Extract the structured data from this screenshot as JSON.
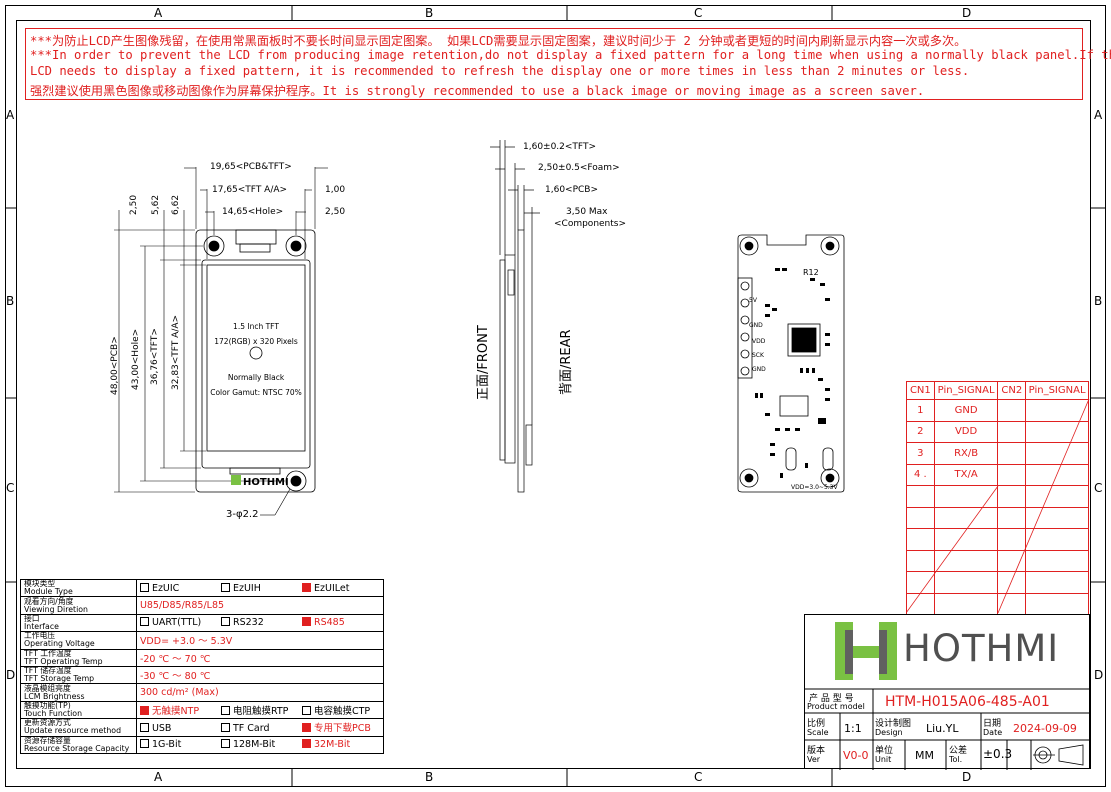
{
  "colors": {
    "accent_red": "#e02020",
    "logo_green": "#7ac143",
    "logo_gray": "#606060"
  },
  "zones_top": [
    "A",
    "B",
    "C",
    "D"
  ],
  "zones_side": [
    "A",
    "B",
    "C",
    "D"
  ],
  "notice": {
    "line1": "***为防止LCD产生图像残留，在使用常黑面板时不要长时间显示固定图案。 如果LCD需要显示固定图案，建议时间少于 2 分钟或者更短的时间内刷新显示内容一次或多次。",
    "line2": "***In order to prevent the LCD from producing image retention,do not display a fixed pattern for a long time when using a normally black panel.If the",
    "line3": " LCD needs to display a fixed pattern, it is recommended to refresh the display one or more times in less than 2 minutes or less.",
    "line4": "强烈建议使用黑色图像或移动图像作为屏幕保护程序。It is strongly recommended to use a black image or moving image as a screen saver."
  },
  "front": {
    "dim_pcb_tft": "19,65<PCB&TFT>",
    "dim_tft_aa": "17,65<TFT A/A>",
    "dim_100": "1,00",
    "dim_hole": "14,65<Hole>",
    "dim_250": "2,50",
    "dim_v250": "2,50",
    "dim_v562": "5,62",
    "dim_v662": "6,62",
    "dim_pcb_h": "48,00<PCB>",
    "dim_hole_h": "43,00<Hole>",
    "dim_tft_h": "36,76<TFT>",
    "dim_tft_aa_h": "32,83<TFT A/A>",
    "tft_line1": "1.5 Inch TFT",
    "tft_line2": "172(RGB) x 320 Pixels",
    "tft_line3": "Normally Black",
    "tft_line4": "Color Gamut: NTSC 70%",
    "brand": "HOTHMI",
    "hole_note": "3-φ2.2"
  },
  "side": {
    "dim_tft": "1,60±0.2<TFT>",
    "dim_foam": "2,50±0.5<Foam>",
    "dim_pcb": "1,60<PCB>",
    "dim_comp": "3,50 Max",
    "dim_comp2": "<Components>",
    "front_label": "正面/FRONT",
    "rear_label": "背面/REAR"
  },
  "back": {
    "pins": [
      "5V",
      "GND",
      "VDD",
      "SCK",
      "GND"
    ],
    "r_label": "R12",
    "vdd_label": "VDD=3.0~5.3V"
  },
  "pin_table": {
    "headers": [
      "CN1",
      "Pin_SIGNAL",
      "CN2",
      "Pin_SIGNAL"
    ],
    "rows": [
      {
        "num": "1",
        "sig": "GND"
      },
      {
        "num": "2",
        "sig": "VDD"
      },
      {
        "num": "3",
        "sig": "RX/B"
      },
      {
        "num": "4 .",
        "sig": "TX/A"
      }
    ]
  },
  "spec": {
    "rows": [
      {
        "cn": "模块类型",
        "en": "Module Type"
      },
      {
        "cn": "观看方向/角度",
        "en": "Viewing Diretion"
      },
      {
        "cn": "接口",
        "en": "Interface"
      },
      {
        "cn": "工作电压",
        "en": "Operating Voltage"
      },
      {
        "cn": "TFT 工作温度",
        "en": "TFT Operating Temp"
      },
      {
        "cn": "TFT 储存温度",
        "en": "TFT Storage Temp"
      },
      {
        "cn": "液晶模组亮度",
        "en": "LCM Brightness"
      },
      {
        "cn": "触摸功能(TP)",
        "en": "Touch Function"
      },
      {
        "cn": "更新资源方式",
        "en": "Update resource method"
      },
      {
        "cn": "资源存储容量",
        "en": "Resource Storage Capacity"
      }
    ],
    "module_opts": [
      "EzUIC",
      "EzUIH",
      "EzUILet"
    ],
    "viewing": "U85/D85/R85/L85",
    "iface_opts": [
      "UART(TTL)",
      "RS232",
      "RS485"
    ],
    "voltage": "VDD= +3.0 ～ 5.3V",
    "op_temp": "-20 ℃ ～ 70 ℃",
    "st_temp": "-30 ℃ ～ 80 ℃",
    "brightness": "300  cd/m² (Max)",
    "touch_opts": [
      "无触摸NTP",
      "电阻触摸RTP",
      "电容触摸CTP"
    ],
    "update_opts": [
      "USB",
      "TF Card",
      "专用下载PCB"
    ],
    "storage_opts": [
      "1G-Bit",
      "128M-Bit",
      "32M-Bit"
    ]
  },
  "title_block": {
    "brand": "HOTHMI",
    "model_label_cn": "产 品 型 号",
    "model_label_en": "Product model",
    "model": "HTM-H015A06-485-A01",
    "scale_cn": "比例",
    "scale_en": "Scale",
    "scale": "1:1",
    "design_cn": "设计制图",
    "design_en": "Design",
    "designer": "Liu.YL",
    "date_cn": "日期",
    "date_en": "Date",
    "date": "2024-09-09",
    "ver_cn": "版本",
    "ver_en": "Ver",
    "ver": "V0-0",
    "unit_cn": "单位",
    "unit_en": "Unit",
    "unit": "MM",
    "tol_cn": "公差",
    "tol_en": "Tol.",
    "tol": "±0.3"
  }
}
